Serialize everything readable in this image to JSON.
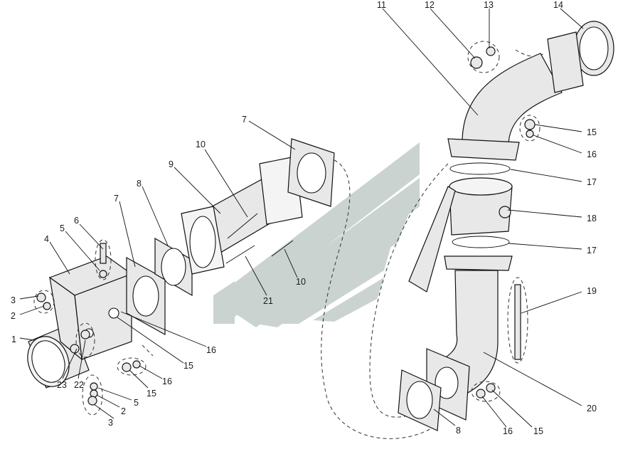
{
  "labels": [
    {
      "text": "11"
    },
    {
      "text": "12"
    },
    {
      "text": "13"
    },
    {
      "text": "14"
    },
    {
      "text": "15"
    },
    {
      "text": "16"
    },
    {
      "text": "17"
    },
    {
      "text": "18"
    },
    {
      "text": "17"
    },
    {
      "text": "19"
    },
    {
      "text": "20"
    },
    {
      "text": "15"
    },
    {
      "text": "16"
    },
    {
      "text": "8"
    },
    {
      "text": "7"
    },
    {
      "text": "10"
    },
    {
      "text": "9"
    },
    {
      "text": "8"
    },
    {
      "text": "7"
    },
    {
      "text": "6"
    },
    {
      "text": "5"
    },
    {
      "text": "4"
    },
    {
      "text": "3"
    },
    {
      "text": "2"
    },
    {
      "text": "1"
    },
    {
      "text": "23"
    },
    {
      "text": "22"
    },
    {
      "text": "5"
    },
    {
      "text": "2"
    },
    {
      "text": "3"
    },
    {
      "text": "15"
    },
    {
      "text": "16"
    },
    {
      "text": "15"
    },
    {
      "text": "16"
    },
    {
      "text": "10"
    },
    {
      "text": "21"
    }
  ]
}
